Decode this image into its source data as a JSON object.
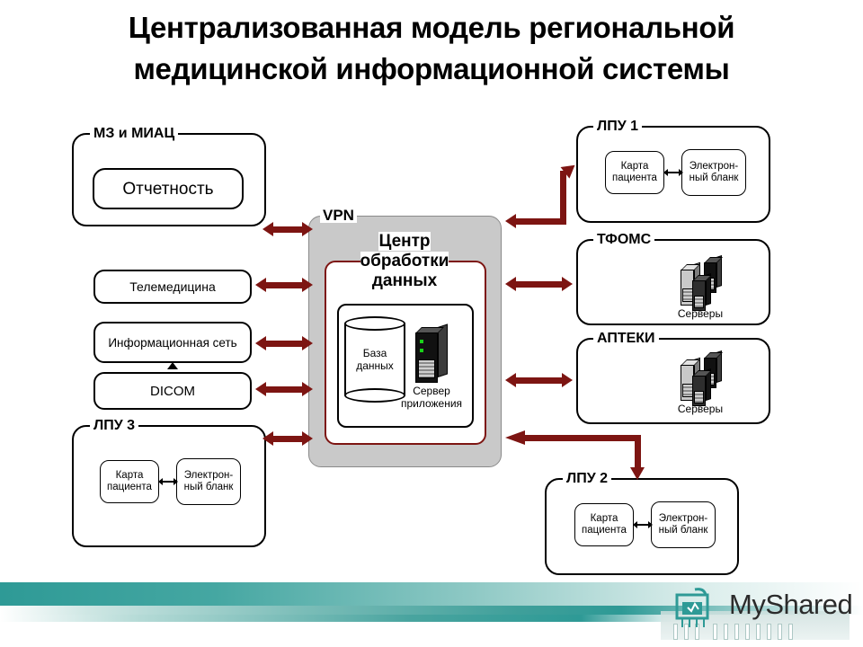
{
  "title": {
    "line1": "Централизованная модель региональной",
    "line2": "медицинской информационной системы"
  },
  "colors": {
    "arrow": "#7d1512",
    "vpn_fill": "#c9c9c9",
    "datacenter_border": "#7d1512",
    "footer_accent": "#2e9a96"
  },
  "left_column": {
    "mz_group": {
      "label": "МЗ и МИАЦ",
      "nodes": [
        {
          "label": "Отчетность"
        }
      ]
    },
    "standalone_nodes": [
      {
        "label": "Телемедицина"
      },
      {
        "label": "Информационная сеть"
      },
      {
        "label": "DICOM"
      }
    ],
    "lpu3_group": {
      "label": "ЛПУ 3",
      "nodes": [
        {
          "label": "Карта пациента"
        },
        {
          "label": "Электрон-ный бланк"
        }
      ]
    }
  },
  "center": {
    "vpn_label": "VPN",
    "datacenter_label": "Центр обработки данных",
    "datacenter_label_lines": [
      "Центр",
      "обработки",
      "данных"
    ],
    "icons": [
      {
        "name": "database-cylinder",
        "label": "База данных",
        "label_lines": [
          "База",
          "данных"
        ]
      },
      {
        "name": "application-server",
        "label": "Сервер приложения",
        "label_lines": [
          "Сервер",
          "приложения"
        ]
      }
    ]
  },
  "right_column": {
    "lpu1_group": {
      "label": "ЛПУ 1",
      "nodes": [
        {
          "label": "Карта пациента"
        },
        {
          "label": "Электрон-ный бланк"
        }
      ]
    },
    "tfoms_group": {
      "label": "ТФОМС",
      "servers_label": "Серверы"
    },
    "apteki_group": {
      "label": "АПТЕКИ",
      "servers_label": "Серверы"
    },
    "lpu2_group": {
      "label": "ЛПУ 2",
      "nodes": [
        {
          "label": "Карта пациента"
        },
        {
          "label": "Электрон-ный бланк"
        }
      ]
    }
  },
  "connections": [
    {
      "from": "МЗ и МИАЦ",
      "to": "VPN",
      "type": "bidirectional"
    },
    {
      "from": "Телемедицина",
      "to": "VPN",
      "type": "bidirectional"
    },
    {
      "from": "Информационная сеть",
      "to": "VPN",
      "type": "bidirectional"
    },
    {
      "from": "DICOM",
      "to": "VPN",
      "type": "bidirectional"
    },
    {
      "from": "ЛПУ 3",
      "to": "VPN",
      "type": "bidirectional"
    },
    {
      "from": "VPN",
      "to": "ЛПУ 1",
      "type": "bidirectional-elbow"
    },
    {
      "from": "VPN",
      "to": "ТФОМС",
      "type": "bidirectional"
    },
    {
      "from": "VPN",
      "to": "АПТЕКИ",
      "type": "bidirectional"
    },
    {
      "from": "VPN",
      "to": "ЛПУ 2",
      "type": "directional-elbow"
    },
    {
      "from": "DICOM",
      "to": "Информационная сеть",
      "type": "directional-small"
    },
    {
      "from": "Карта пациента",
      "to": "Электрон-ный бланк",
      "type": "bidirectional-small"
    }
  ],
  "footer": {
    "watermark": "MyShared"
  }
}
